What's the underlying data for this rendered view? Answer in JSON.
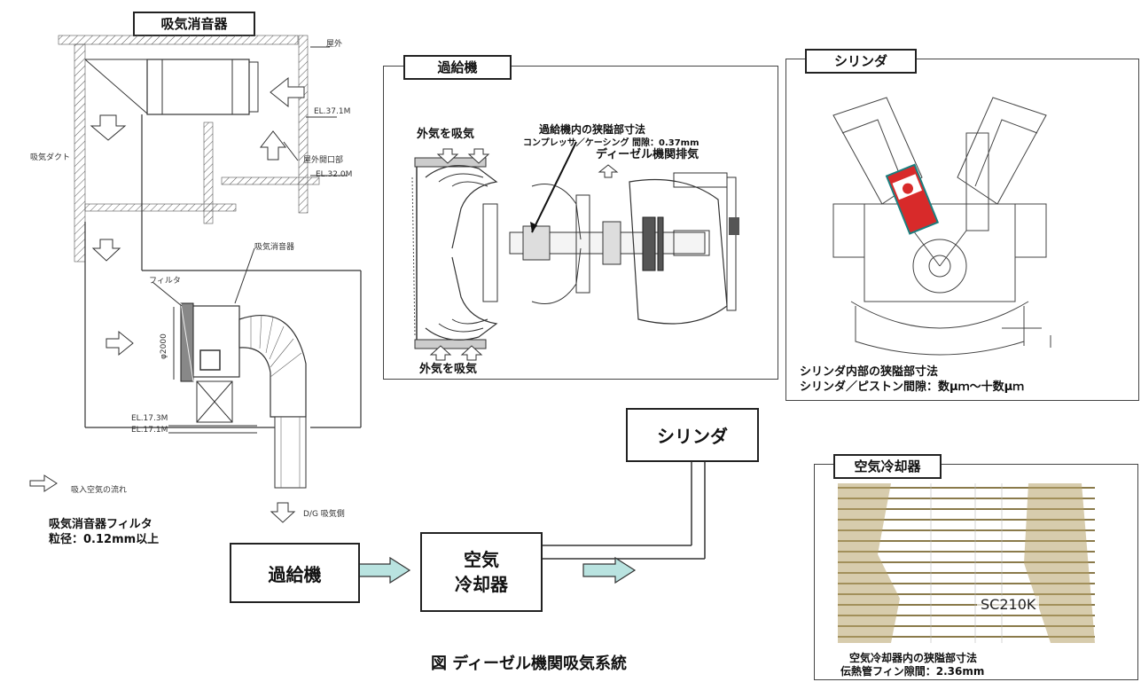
{
  "intake_silencer": {
    "title": "吸気消音器",
    "label_outdoor": "屋外",
    "label_el_371": "EL.37.1M",
    "label_outdoor_opening": "屋外開口部",
    "label_el_320": "EL.32.0M",
    "label_duct": "吸気ダクト",
    "label_silencer": "吸気消音器",
    "label_filter": "フィルタ",
    "label_dim": "φ2000",
    "label_el_173": "EL.17.3M",
    "label_el_171": "EL.17.1M",
    "legend_text": "吸入空気の流れ",
    "dg_intake": "D/G 吸気側",
    "filter_caption_line1": "吸気消音器フィルタ",
    "filter_caption_line2": "粒径：0.12mm以上"
  },
  "turbocharger": {
    "title": "過給機",
    "gap_title": "過給機内の狭隘部寸法",
    "gap_detail": "コンプレッサ／ケーシング 間隙：0.37mm",
    "intake_top": "外気を吸気",
    "intake_bottom": "外気を吸気",
    "exhaust": "ディーゼル機関排気"
  },
  "cylinder": {
    "title": "シリンダ",
    "caption_line1": "シリンダ内部の狭隘部寸法",
    "caption_line2": "シリンダ／ピストン間隙：数μｍ～十数μｍ"
  },
  "air_cooler": {
    "title": "空気冷却器",
    "marking": "SC210K",
    "caption_line1": "空気冷却器内の狭隘部寸法",
    "caption_line2": "伝熱管フィン隙間：2.36mm"
  },
  "flow": {
    "turbo": "過給機",
    "cooler_line1": "空気",
    "cooler_line2": "冷却器",
    "cylinder": "シリンダ"
  },
  "figure_caption": "図 ディーゼル機関吸気系統",
  "colors": {
    "arrow_fill": "#b9e3e0",
    "piston_red": "#d82a2a"
  }
}
